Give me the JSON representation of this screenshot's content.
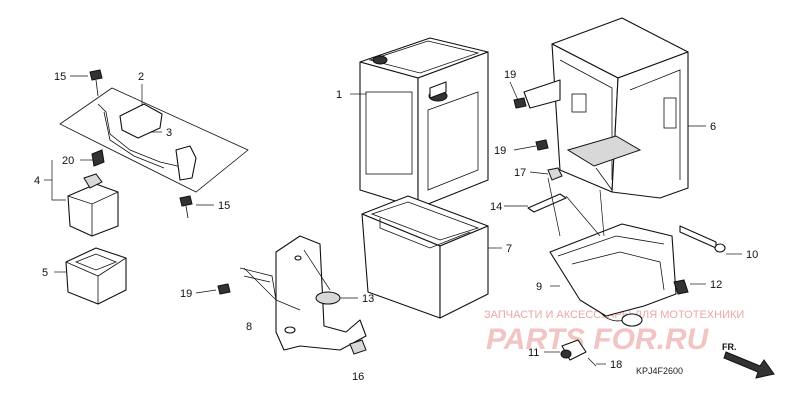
{
  "callouts": {
    "c1": "1",
    "c2": "2",
    "c3": "3",
    "c4": "4",
    "c5": "5",
    "c6": "6",
    "c7": "7",
    "c8": "8",
    "c9": "9",
    "c10": "10",
    "c11": "11",
    "c12": "12",
    "c13": "13",
    "c14": "14",
    "c15a": "15",
    "c15b": "15",
    "c16": "16",
    "c17": "17",
    "c18": "18",
    "c19a": "19",
    "c19b": "19",
    "c19c": "19",
    "c20": "20"
  },
  "watermark": {
    "line1": "ЗАПЧАСТИ И АКСЕССУАРЫ ДЛЯ МОТОТЕХНИКИ",
    "line2": "PARTS FOR.RU",
    "color": "#f2c4c4"
  },
  "diagram_code": "KPJ4F2600",
  "direction_label": "FR."
}
